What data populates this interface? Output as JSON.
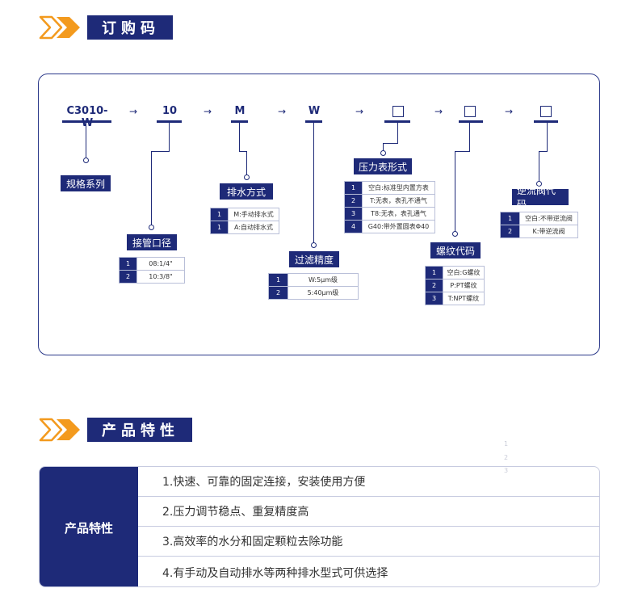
{
  "section1": {
    "title": "订购码"
  },
  "section2": {
    "title": "产品特性"
  },
  "codes": {
    "model": "C3010-W",
    "size": "10",
    "drain": "M",
    "filter": "W",
    "arrow": "→"
  },
  "labels": {
    "series": "规格系列",
    "port": "接管口径",
    "drain": "排水方式",
    "filter": "过滤精度",
    "gauge": "压力表形式",
    "thread": "螺纹代码",
    "check": "逆流阀代码"
  },
  "options": {
    "port": [
      {
        "n": "1",
        "t": "08:1/4\""
      },
      {
        "n": "2",
        "t": "10:3/8\""
      }
    ],
    "drain": [
      {
        "n": "1",
        "t": "M:手动排水式"
      },
      {
        "n": "1",
        "t": "A:自动排水式"
      }
    ],
    "filter": [
      {
        "n": "1",
        "t": "W:5μm级"
      },
      {
        "n": "2",
        "t": "5:40μm级"
      }
    ],
    "gauge": [
      {
        "n": "1",
        "t": "空白:标准型内置方表"
      },
      {
        "n": "2",
        "t": "T:无表，表孔不通气"
      },
      {
        "n": "3",
        "t": "T8:无表，表孔通气"
      },
      {
        "n": "4",
        "t": "G40:带外置圆表Φ40"
      }
    ],
    "thread": [
      {
        "n": "1",
        "t": "空白:G螺纹"
      },
      {
        "n": "2",
        "t": "P:PT螺纹"
      },
      {
        "n": "3",
        "t": "T:NPT螺纹"
      }
    ],
    "check": [
      {
        "n": "1",
        "t": "空白:不带逆流阀"
      },
      {
        "n": "2",
        "t": "K:带逆流阀"
      }
    ]
  },
  "features": {
    "heading": "产品特性",
    "items": [
      "1.快速、可靠的固定连接，安装使用方便",
      "2.压力调节稳点、重复精度高",
      "3.高效率的水分和固定颗粒去除功能",
      "4.有手动及自动排水等两种排水型式可供选择"
    ],
    "ghost": [
      "1",
      "2",
      "3"
    ]
  },
  "colors": {
    "navy": "#1e2a78",
    "orange": "#f39a1e"
  }
}
